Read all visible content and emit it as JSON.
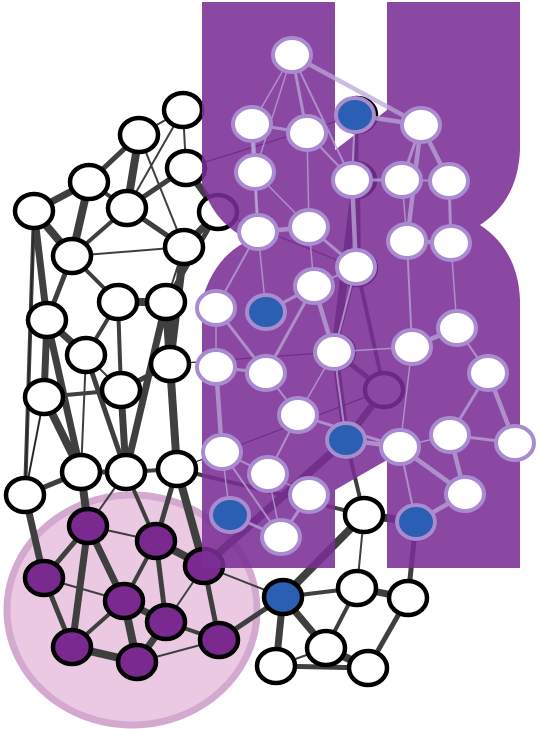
{
  "colors": {
    "background": "#ffffff",
    "edge_dark": "#3f3f3f",
    "node_fill": "#ffffff",
    "node_stroke": "#000000",
    "purple_node": "#7a2a8e",
    "blue_node": "#2b5fb3",
    "band_fill": "#7b2f95",
    "band_node_stroke": "#a98bd0",
    "band_edge": "#b9a6d8",
    "circle_fill": "#e9c4e0",
    "circle_stroke": "#cfa0cc"
  },
  "network": {
    "left_nodes": 33,
    "purple_cluster_nodes": 9,
    "band_nodes": 37,
    "blue_nodes": 8
  }
}
